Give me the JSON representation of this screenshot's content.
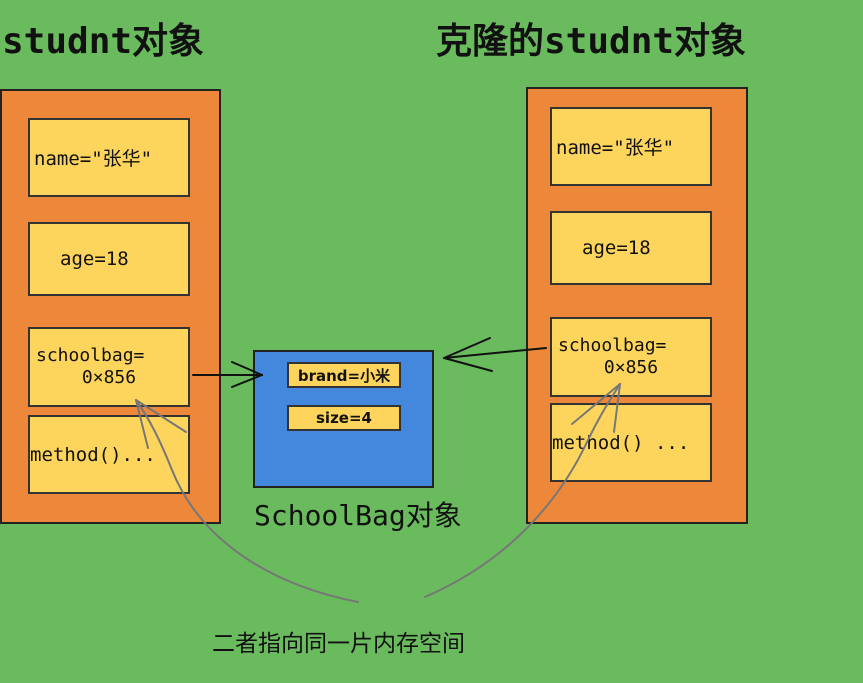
{
  "left_object": {
    "title": "studnt对象",
    "fields": {
      "name": "name=\"张华\"",
      "age": "age=18",
      "schoolbag_line1": "schoolbag=",
      "schoolbag_line2": "0×856",
      "method": "method()..."
    }
  },
  "right_object": {
    "title": "克隆的studnt对象",
    "fields": {
      "name": "name=\"张华\"",
      "age": "age=18",
      "schoolbag_line1": "schoolbag=",
      "schoolbag_line2": "0×856",
      "method": "method() ..."
    }
  },
  "schoolbag_object": {
    "label": "SchoolBag对象",
    "brand": "brand=小米",
    "size": "size=4"
  },
  "caption": "二者指向同一片内存空间",
  "colors": {
    "background": "#6abb5e",
    "object_panel": "#ed873a",
    "field": "#fdd55c",
    "schoolbag_panel": "#4388dd",
    "arrow": "#111111",
    "curve": "#777777"
  }
}
